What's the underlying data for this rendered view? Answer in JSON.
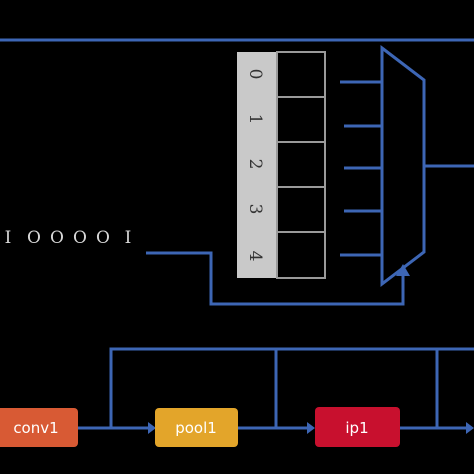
{
  "colors": {
    "background": "#000000",
    "wire": "#3d66b5",
    "index_column": "#c9c9c9",
    "cell_border": "#9a9a9a",
    "conv1": "#d85a34",
    "pool1": "#e3a52a",
    "ip1": "#c8102e"
  },
  "register": {
    "indices": [
      "0",
      "1",
      "2",
      "3",
      "4"
    ]
  },
  "input_sequence": {
    "symbols": [
      "I",
      "O",
      "O",
      "O",
      "O",
      "I"
    ]
  },
  "nodes": [
    {
      "id": "conv1",
      "label": "conv1"
    },
    {
      "id": "pool1",
      "label": "pool1"
    },
    {
      "id": "ip1",
      "label": "ip1"
    }
  ]
}
